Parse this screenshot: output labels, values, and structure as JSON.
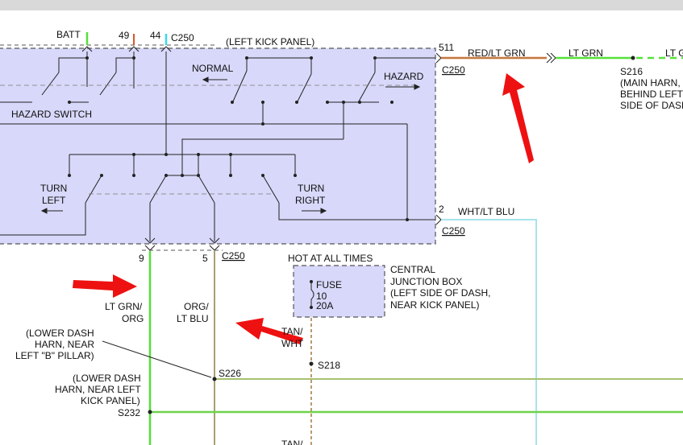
{
  "colors": {
    "switch_fill": "#d8d8fa",
    "outline": "#555555",
    "wire_black": "#222222",
    "red_lt_grn": "#d45a2a",
    "lt_grn": "#55e03a",
    "lt_grn_dark": "#6fd34a",
    "wht_lt_blu": "#a8e3ec",
    "org_lt_blu": "#a8a070",
    "tan_wht": "#b89a70",
    "arrow_red": "#ee1111"
  },
  "top": {
    "batt": "BATT",
    "pin49": "49",
    "pin44": "44",
    "connector_c250": "C250",
    "left_kick_panel": "(LEFT KICK PANEL)"
  },
  "switch": {
    "normal": "NORMAL",
    "hazard": "HAZARD",
    "hazard_switch": "HAZARD SWITCH",
    "turn_left_1": "TURN",
    "turn_left_2": "LEFT",
    "turn_right_1": "TURN",
    "turn_right_2": "RIGHT"
  },
  "wires": {
    "pin511": "511",
    "red_lt_grn": "RED/LT GRN",
    "c250_upper": "C250",
    "lt_grn_top": "LT GRN",
    "lt_grn_far": "LT G",
    "s216": "S216",
    "s216_note": [
      "(MAIN HARN,",
      "BEHIND LEFT",
      "SIDE OF DASH"
    ],
    "pin2": "2",
    "wht_lt_blu": "WHT/LT BLU",
    "c250_lower": "C250",
    "pin9": "9",
    "pin5": "5",
    "c250_bottom": "C250",
    "lt_grn_org_1": "LT GRN/",
    "lt_grn_org_2": "ORG",
    "org_lt_blu_1": "ORG/",
    "org_lt_blu_2": "LT BLU",
    "s226_note": [
      "(LOWER DASH",
      "HARN, NEAR",
      "LEFT \"B\" PILLAR)"
    ],
    "s226": "S226",
    "s232_note": [
      "(LOWER DASH",
      "HARN, NEAR LEFT",
      "KICK PANEL)"
    ],
    "s232": "S232"
  },
  "fuse": {
    "hot": "HOT AT ALL TIMES",
    "fuse": "FUSE",
    "number": "10",
    "rating": "20A",
    "box_note": [
      "CENTRAL",
      "JUNCTION BOX",
      "(LEFT SIDE OF DASH,",
      "NEAR KICK PANEL)"
    ],
    "tan_wht_1": "TAN/",
    "tan_wht_2": "WHT",
    "s218": "S218",
    "tan_bottom": "TAN/"
  }
}
